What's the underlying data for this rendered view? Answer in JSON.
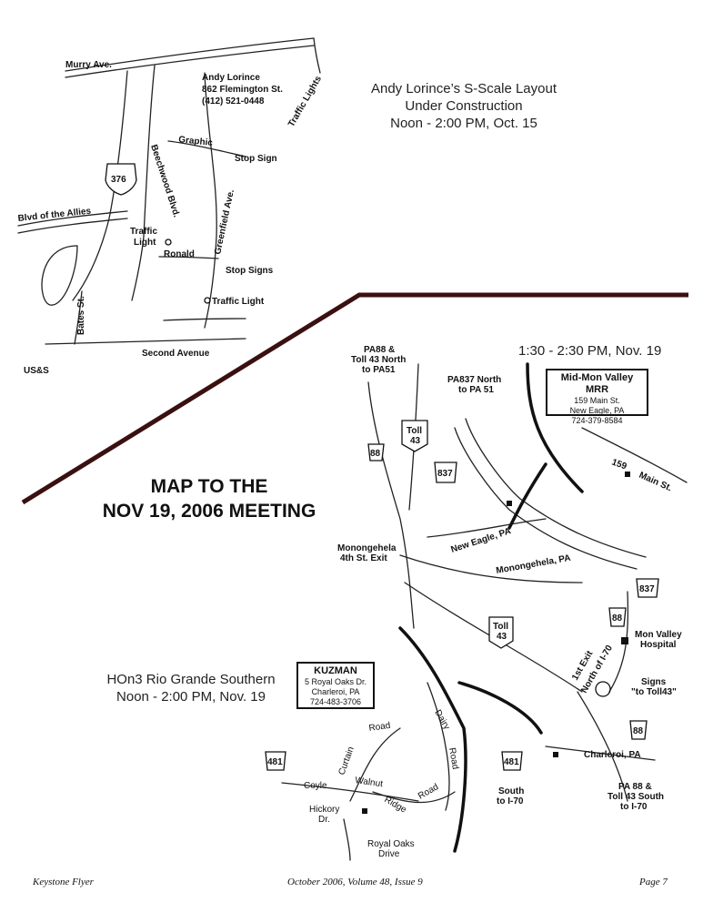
{
  "top_map": {
    "streets": {
      "murry": "Murry Ave.",
      "graphic": "Graphic",
      "beechwood": "Beechwood Blvd.",
      "greenfield": "Greenfield Ave.",
      "allies": "Blvd of the Allies",
      "ronald": "Ronald",
      "bates": "Bates St.",
      "second": "Second Avenue",
      "uss": "US&S"
    },
    "markers": {
      "stop_sign": "Stop Sign",
      "stop_signs": "Stop Signs",
      "traffic_light": "Traffic Light",
      "traffic_light_left_1": "Traffic",
      "traffic_light_left_2": "Light",
      "traffic_lights": "Traffic Lights"
    },
    "route_shield": "376",
    "address": {
      "name": "Andy Lorince",
      "street": "862 Flemington St.",
      "phone": "(412) 521-0448"
    },
    "info": {
      "line1": "Andy Lorince’s S-Scale Layout",
      "line2": "Under Construction",
      "line3": "Noon - 2:00 PM, Oct. 15"
    }
  },
  "headline": {
    "line1": "MAP TO THE",
    "line2": "NOV 19, 2006 MEETING"
  },
  "bottom_map": {
    "time": "1:30 - 2:30 PM, Nov. 19",
    "mrr": {
      "title": "Mid-Mon Valley MRR",
      "line1": "159 Main St.",
      "line2": "New Eagle, PA",
      "line3": "724-379-8584"
    },
    "kuzman": {
      "title": "KUZMAN",
      "line1": "5 Royal Oaks Dr.",
      "line2": "Charleroi, PA",
      "line3": "724-483-3706"
    },
    "hon3": {
      "line1": "HOn3 Rio Grande Southern",
      "line2": "Noon - 2:00 PM, Nov. 19"
    },
    "labels": {
      "pa88_north_1": "PA88 &",
      "pa88_north_2": "Toll 43 North",
      "pa88_north_3": "to PA51",
      "pa837_1": "PA837 North",
      "pa837_2": "to PA 51",
      "new_eagle": "New Eagle, PA",
      "monongehela_pa": "Monongehela, PA",
      "mono_exit_1": "Monongehela",
      "mono_exit_2": "4th St. Exit",
      "hospital_1": "Mon Valley",
      "hospital_2": "Hospital",
      "first_exit_1": "1st Exit",
      "first_exit_2": "North of I-70",
      "signs_1": "Signs",
      "signs_2": "\"to Toll43\"",
      "charleroi": "Charleroi, PA",
      "south_1": "PA 88 &",
      "south_2": "Toll 43 South",
      "south_3": "to I-70",
      "south_i70_1": "South",
      "south_i70_2": "to I-70",
      "road": "Road",
      "curtain": "Curtain",
      "dairy": "Dairy",
      "road2": "Road",
      "coyle": "Coyle",
      "walnut": "Walnut",
      "ridge": "Ridge",
      "road3": "Road",
      "hickory_1": "Hickory",
      "hickory_2": "Dr.",
      "royal_oaks_1": "Royal Oaks",
      "royal_oaks_2": "Drive",
      "main_159": "159",
      "main_st": "Main St."
    },
    "shields": {
      "s88a": "88",
      "toll43a_1": "Toll",
      "toll43a_2": "43",
      "s837a": "837",
      "s837b": "837",
      "s88b": "88",
      "toll43b_1": "Toll",
      "toll43b_2": "43",
      "s481a": "481",
      "s481b": "481",
      "s88c": "88"
    }
  },
  "footer": {
    "left": "Keystone Flyer",
    "center": "October 2006, Volume 48, Issue 9",
    "right": "Page 7"
  }
}
